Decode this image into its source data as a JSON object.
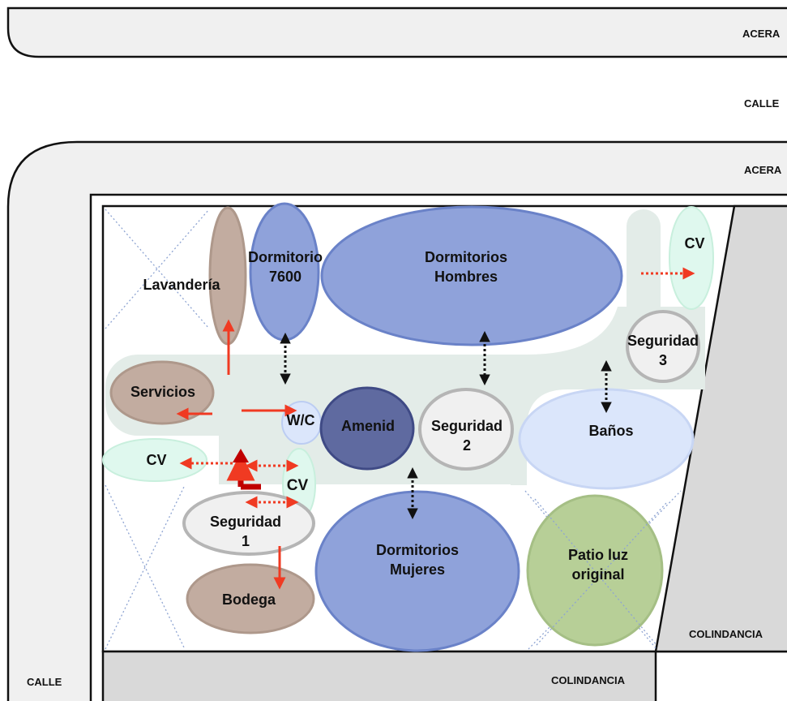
{
  "colors": {
    "sidewalk_fill": "#f0f0f0",
    "colindancia_fill": "#d9d9d9",
    "corridor": "#e3ece8",
    "blue_room": "#8fa2da",
    "blue_border": "#6a82c8",
    "dark_blue": "#5f6aa0",
    "light_blue": "#dbe6fb",
    "brown": "#c2aca0",
    "mint": "#dff8ee",
    "green": "#b7cf97",
    "gray_ring": "#b5b5b5",
    "arrow_red": "#f03a22",
    "arrow_dark_red": "#c00000"
  },
  "street": {
    "acera_top": "ACERA",
    "calle_top": "CALLE",
    "acera_lot": "ACERA",
    "calle_left": "CALLE",
    "colindancia_bottom": "COLINDANCIA",
    "colindancia_right": "COLINDANCIA"
  },
  "rooms": {
    "lavanderia": "Lavandería",
    "dormitorio_7600": [
      "Dormitorio",
      "7600"
    ],
    "dormitorios_hombres": [
      "Dormitorios",
      "Hombres"
    ],
    "cv_top": "CV",
    "seguridad_3": [
      "Seguridad",
      "3"
    ],
    "servicios": "Servicios",
    "wc": "W/C",
    "amenid": "Amenid",
    "seguridad_2": [
      "Seguridad",
      "2"
    ],
    "banos": "Baños",
    "cv_left": "CV",
    "cv_mid": "CV",
    "seguridad_1": [
      "Seguridad",
      "1"
    ],
    "bodega": "Bodega",
    "dormitorios_mujeres": [
      "Dormitorios",
      "Mujeres"
    ],
    "patio_luz": [
      "Patio luz",
      "original"
    ]
  }
}
